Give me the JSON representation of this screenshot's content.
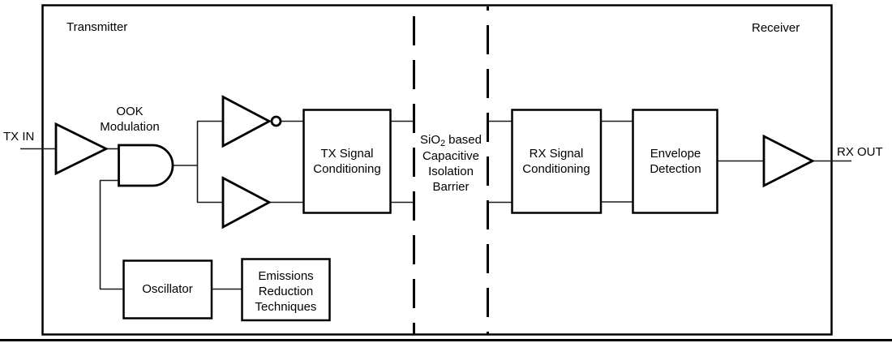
{
  "figure": {
    "transmitter_label": "Transmitter",
    "receiver_label": "Receiver",
    "tx_in_label": "TX IN",
    "rx_out_label": "RX OUT",
    "ook_label": {
      "line1": "OOK",
      "line2": "Modulation"
    },
    "blocks": {
      "tx_conditioning": {
        "line1": "TX Signal",
        "line2": "Conditioning"
      },
      "rx_conditioning": {
        "line1": "RX Signal",
        "line2": "Conditioning"
      },
      "envelope_detection": {
        "line1": "Envelope",
        "line2": "Detection"
      },
      "oscillator": {
        "label": "Oscillator"
      },
      "emissions": {
        "line1": "Emissions",
        "line2": "Reduction",
        "line3": "Techniques"
      }
    },
    "isolation_barrier": {
      "formula_base": "SiO",
      "formula_subscript": "2",
      "line1_rest": "based",
      "line2": "Capacitive",
      "line3": "Isolation",
      "line4": "Barrier"
    },
    "colors": {
      "stroke": "#000000",
      "background": "#ffffff"
    }
  }
}
